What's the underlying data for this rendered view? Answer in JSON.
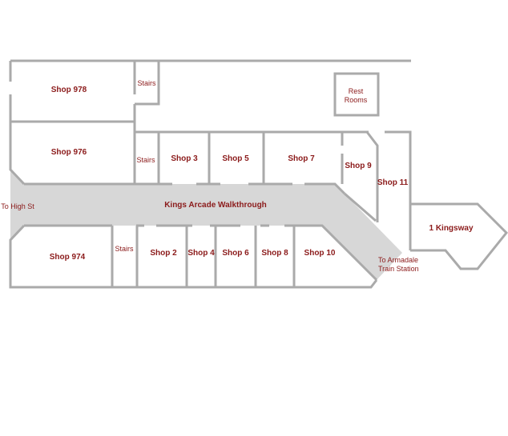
{
  "walkway": {
    "label": "Kings Arcade Walkthrough"
  },
  "exits": {
    "high_st": "To High St",
    "armadale_line1": "To Armadale",
    "armadale_line2": "Train Station"
  },
  "rest_rooms": {
    "line1": "Rest",
    "line2": "Rooms"
  },
  "stairs": {
    "label": "Stairs"
  },
  "shops": {
    "shop978": "Shop 978",
    "shop976": "Shop 976",
    "shop974": "Shop 974",
    "shop3": "Shop 3",
    "shop5": "Shop 5",
    "shop7": "Shop 7",
    "shop9": "Shop 9",
    "shop11": "Shop 11",
    "shop2": "Shop 2",
    "shop4": "Shop 4",
    "shop6": "Shop 6",
    "shop8": "Shop 8",
    "shop10": "Shop 10",
    "kingsway": "1 Kingsway"
  },
  "colors": {
    "wall": "#aaaaaa",
    "walkway": "#d7d7d7",
    "label": "#8b1a1a"
  }
}
